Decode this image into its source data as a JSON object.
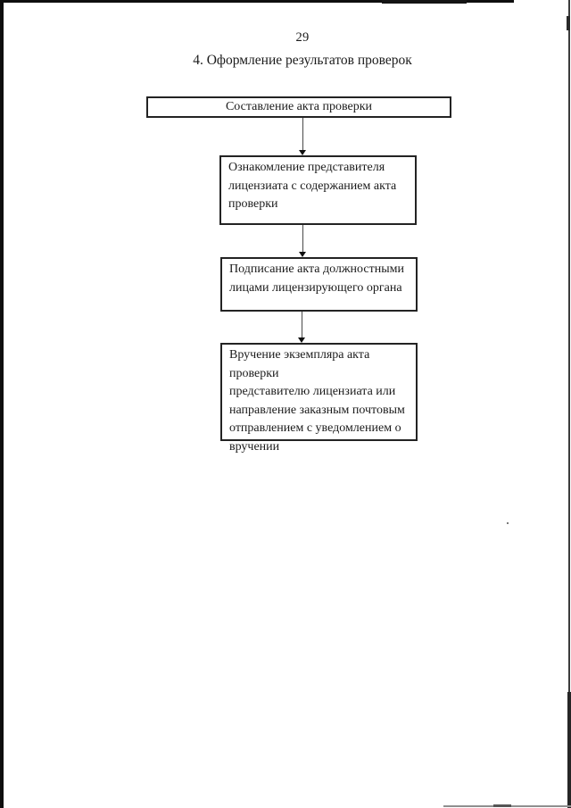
{
  "page": {
    "number": "29",
    "section_title": "4. Оформление результатов проверок"
  },
  "flowchart": {
    "boxes": [
      {
        "name": "drawing-up-inspection-act",
        "text": "Составление акта проверки"
      },
      {
        "name": "familiarization-of-licensee-representative",
        "lines": [
          "Ознакомление представителя",
          "лицензиата с содержанием акта",
          "проверки"
        ]
      },
      {
        "name": "signing-of-act-by-officials",
        "lines": [
          "Подписание акта должностными",
          "лицами лицензирующего органа"
        ]
      },
      {
        "name": "handing-over-copy-of-act",
        "lines": [
          "Вручение экземпляра акта проверки",
          "представителю лицензиата или",
          "направление заказным почтовым",
          "отправлением с уведомлением о",
          "вручении"
        ]
      }
    ]
  },
  "colors": {
    "ink": "#1b1b1b",
    "box_border": "#232323",
    "arrow_line": "#4a4a4a",
    "arrow_head": "#101010",
    "scan_edge": "#0e0e0e",
    "bottom_scan_line": "#8f8f8f",
    "background": "#ffffff"
  }
}
